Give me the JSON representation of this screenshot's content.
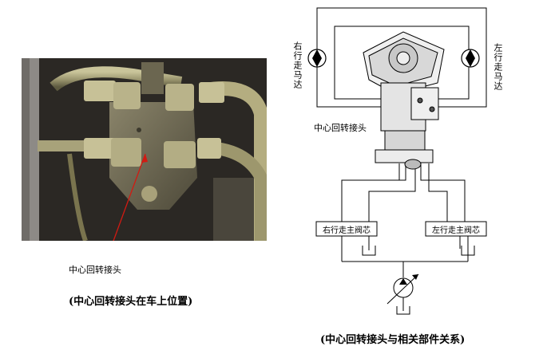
{
  "photo": {
    "callout_label": "中心回转接头",
    "caption": "(中心回转接头在车上位置)"
  },
  "schematic": {
    "right_motor_label": "右行走马达",
    "left_motor_label": "左行走马达",
    "joint_label": "中心回转接头",
    "right_valve_label": "右行走主阀芯",
    "left_valve_label": "左行走主阀芯",
    "caption": "(中心回转接头与相关部件关系)"
  }
}
